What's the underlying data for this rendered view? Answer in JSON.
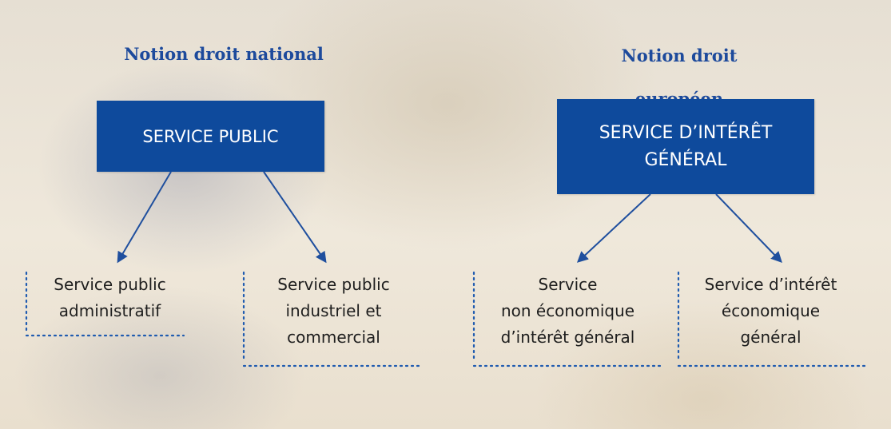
{
  "left": {
    "title": "Notion droit national",
    "box": "SERVICE PUBLIC",
    "leaves": [
      {
        "lines": [
          "Service public",
          "administratif"
        ]
      },
      {
        "lines": [
          "Service public",
          "industriel et",
          "commercial"
        ]
      }
    ]
  },
  "right": {
    "title_lines": [
      "Notion droit",
      "européen"
    ],
    "box_lines": [
      "SERVICE D’INTÉRÊT",
      "GÉNÉRAL"
    ],
    "leaves": [
      {
        "lines": [
          "Service",
          "non économique",
          "d’intérêt général"
        ]
      },
      {
        "lines": [
          "Service d’intérêt",
          "économique",
          "général"
        ]
      }
    ]
  },
  "colors": {
    "box_fill": "#0e4a9c",
    "title_text": "#1d4a9c",
    "arrow": "#1f4f9e",
    "dotted_border": "#1f5bb0"
  }
}
